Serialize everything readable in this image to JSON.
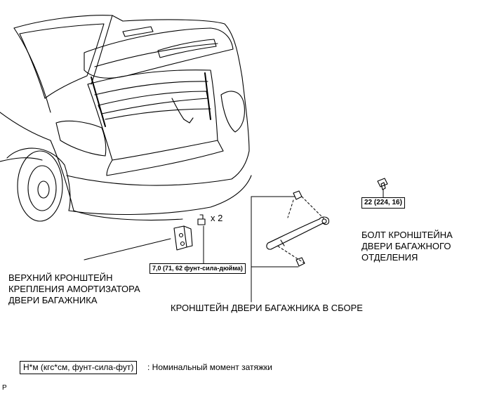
{
  "labels": {
    "upper_bracket": [
      "ВЕРХНИЙ КРОНШТЕЙН",
      "КРЕПЛЕНИЯ АМОРТИЗАТОРА",
      "ДВЕРИ БАГАЖНИКА"
    ],
    "door_bracket_assembly": "КРОНШТЕЙН ДВЕРИ БАГАЖНИКА В СБОРЕ",
    "bolt": [
      "БОЛТ КРОНШТЕЙНА",
      "ДВЕРИ БАГАЖНОГО",
      "ОТДЕЛЕНИЯ"
    ],
    "quantity": "x 2"
  },
  "torques": {
    "upper_bracket": "7,0 (71, 62 фунт-сила-дюйма)",
    "bolt": "22 (224, 16)"
  },
  "legend": {
    "box": "Н*м (кгс*см, фунт-сила-фут)",
    "text": ": Номинальный момент затяжки"
  },
  "corner_code": "P"
}
